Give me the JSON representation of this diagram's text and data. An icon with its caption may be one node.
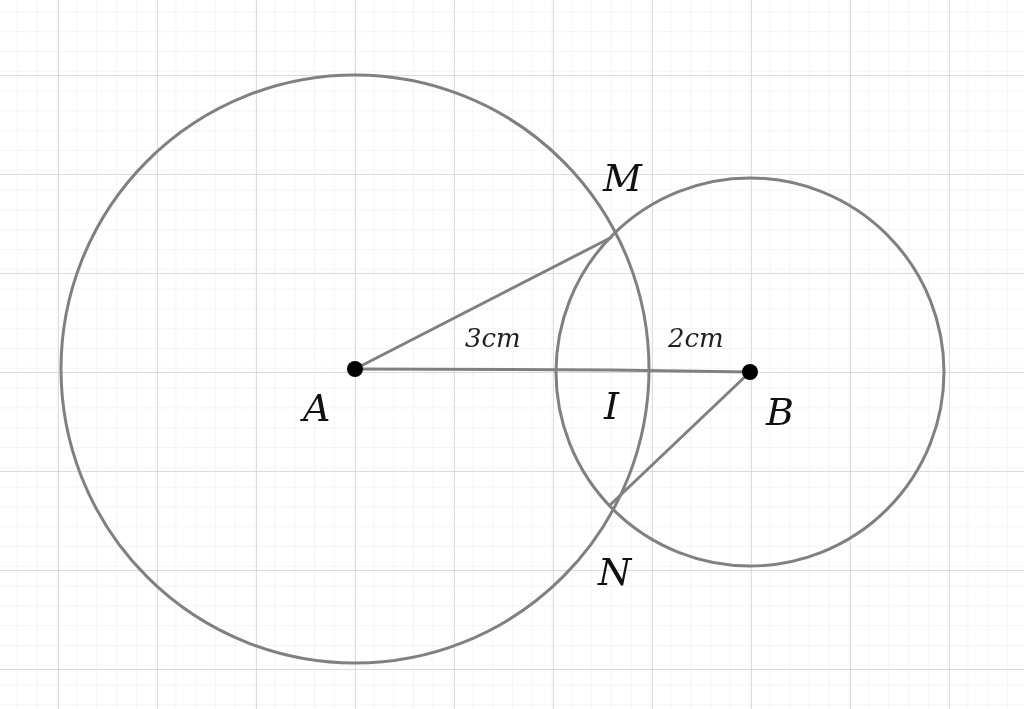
{
  "diagram": {
    "nodes": [
      {
        "text": [
          "M"
        ]
      },
      {
        "text": [
          "A"
        ]
      },
      {
        "text": [
          "I"
        ]
      },
      {
        "text": [
          "B"
        ]
      },
      {
        "text": [
          "N"
        ]
      }
    ],
    "edges": [
      {
        "from": 1,
        "to": 0,
        "arrow": "none"
      },
      {
        "from": 1,
        "to": 2,
        "arrow": "none",
        "label": "3cm"
      },
      {
        "from": 2,
        "to": 3,
        "arrow": "none",
        "label": "2cm"
      },
      {
        "from": 3,
        "to": 4,
        "arrow": "none"
      }
    ]
  }
}
